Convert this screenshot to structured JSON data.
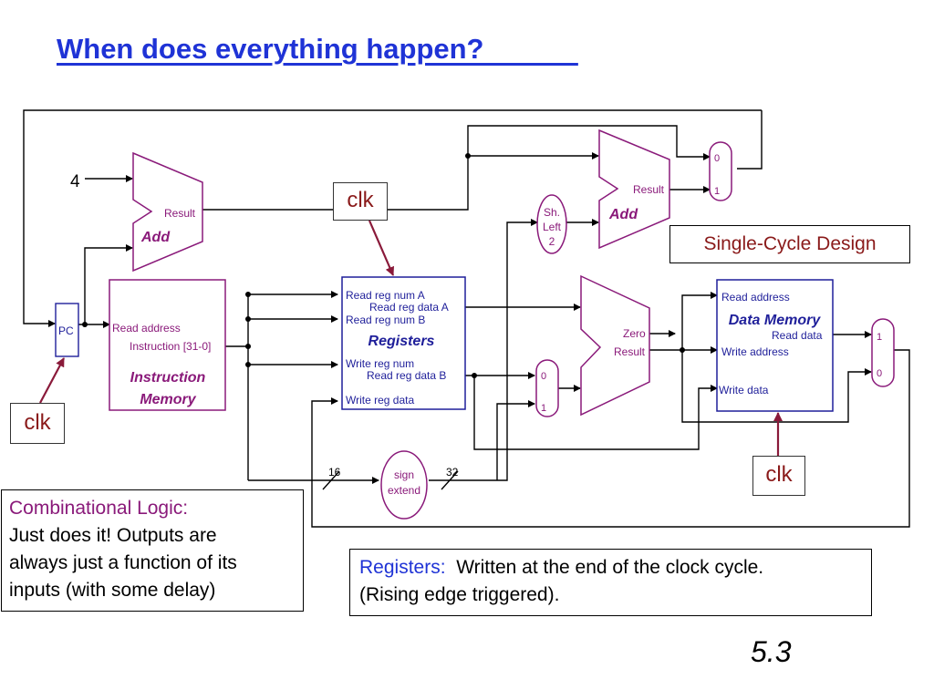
{
  "title": "When does everything happen?",
  "title_underline_trail": "            ",
  "const_four": "4",
  "pc": {
    "label": "PC"
  },
  "adder_pc": {
    "result": "Result",
    "name": "Add"
  },
  "adder_branch": {
    "result": "Result",
    "name": "Add"
  },
  "shift_left": {
    "line1": "Sh.",
    "line2": "Left",
    "line3": "2"
  },
  "mux_pc": {
    "in0": "0",
    "in1": "1"
  },
  "mux_alu": {
    "in0": "0",
    "in1": "1"
  },
  "mux_wb": {
    "in1": "1",
    "in0": "0"
  },
  "instruction_memory": {
    "read_address": "Read address",
    "instruction": "Instruction [31-0]",
    "name_line1": "Instruction",
    "name_line2": "Memory"
  },
  "registers": {
    "read_reg_num_a": "Read reg num A",
    "read_reg_data_a": "Read reg data A",
    "read_reg_num_b": "Read reg num B",
    "name": "Registers",
    "write_reg_num": "Write reg num",
    "read_reg_data_b": "Read reg data B",
    "write_reg_data": "Write reg data"
  },
  "alu": {
    "zero": "Zero",
    "result": "Result"
  },
  "data_memory": {
    "read_address": "Read address",
    "name": "Data Memory",
    "read_data": "Read data",
    "write_address": "Write address",
    "write_data": "Write data"
  },
  "sign_extend": {
    "line1": "sign",
    "line2": "extend",
    "in_width": "16",
    "out_width": "32"
  },
  "clk_labels": {
    "registers": "clk",
    "pc": "clk",
    "data_memory": "clk"
  },
  "single_cycle_label": "Single-Cycle Design",
  "combinational_note": {
    "heading": "Combinational Logic:",
    "line1": "Just does it!  Outputs are",
    "line2": "always just a function of its",
    "line3": "inputs (with some delay)"
  },
  "registers_note": {
    "heading": "Registers:",
    "line1_rest": "  Written at the end of the clock cycle.",
    "line2": "(Rising edge triggered)."
  },
  "page_number": "5.3",
  "colors": {
    "title": "#1f33d6",
    "component_outline": "#8a1a7a",
    "component_text": "#8a1a7a",
    "port_text": "#1f1f9a",
    "clk_text": "#8a1a1a",
    "clk_arrow": "#8a1a3a"
  }
}
